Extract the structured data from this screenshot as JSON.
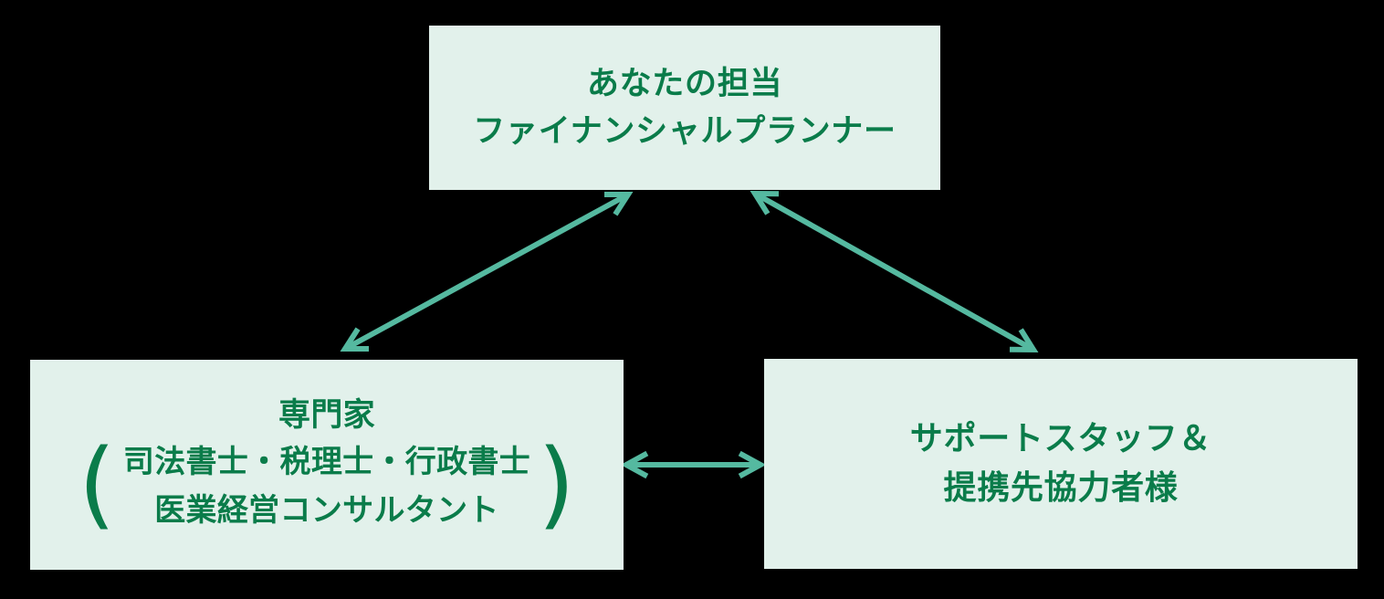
{
  "colors": {
    "background": "#000000",
    "box_fill": "#e2f1eb",
    "text_green": "#0a7c4a",
    "arrow_teal": "#55b9a0"
  },
  "nodes": {
    "planner": {
      "lines": [
        "あなたの担当",
        "ファイナンシャルプランナー"
      ]
    },
    "experts": {
      "title": "専門家",
      "paren_open": "(",
      "paren_close": ")",
      "detail_lines": [
        "司法書士・税理士・行政書士",
        "医業経営コンサルタント"
      ]
    },
    "support": {
      "lines": [
        "サポートスタッフ＆",
        "提携先協力者様"
      ]
    }
  },
  "connections": [
    {
      "from": "planner",
      "to": "experts",
      "type": "double-headed"
    },
    {
      "from": "planner",
      "to": "support",
      "type": "double-headed"
    },
    {
      "from": "experts",
      "to": "support",
      "type": "double-headed"
    }
  ]
}
